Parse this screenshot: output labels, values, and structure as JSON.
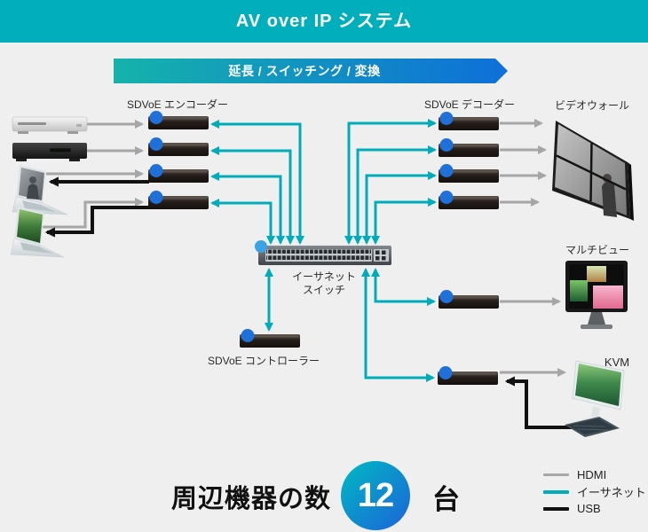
{
  "header": {
    "title": "AV over IP システム"
  },
  "flow_banner": {
    "label": "延長 / スイッチング / 変換"
  },
  "diagram": {
    "encoder_group_label": "SDVoE エンコーダー",
    "decoder_group_label": "SDVoE デコーダー",
    "switch_label_line1": "イーサネット",
    "switch_label_line2": "スイッチ",
    "controller_label": "SDVoE コントローラー",
    "video_wall_label": "ビデオウォール",
    "multi_view_label": "マルチビュー",
    "kvm_label": "KVM"
  },
  "counter": {
    "label": "周辺機器の数",
    "value": "12",
    "unit": "台"
  },
  "legend": {
    "items": [
      {
        "label": "HDMI",
        "color": "#a6a6a6"
      },
      {
        "label": "イーサネット",
        "color": "#00acba"
      },
      {
        "label": "USB",
        "color": "#111111"
      }
    ]
  },
  "colors": {
    "header_bg": "#00afbb",
    "page_bg": "#efefef",
    "banner_gradient_start": "#15b3ab",
    "banner_gradient_end": "#0e6fd9",
    "ethernet_line": "#00acba",
    "hdmi_line": "#a6a6a6",
    "usb_line": "#111111",
    "device_dot": "#1f70d8",
    "switch_dot": "#3aa3e6",
    "counter_circle_start": "#00bac3",
    "counter_circle_end": "#1c63d8"
  }
}
